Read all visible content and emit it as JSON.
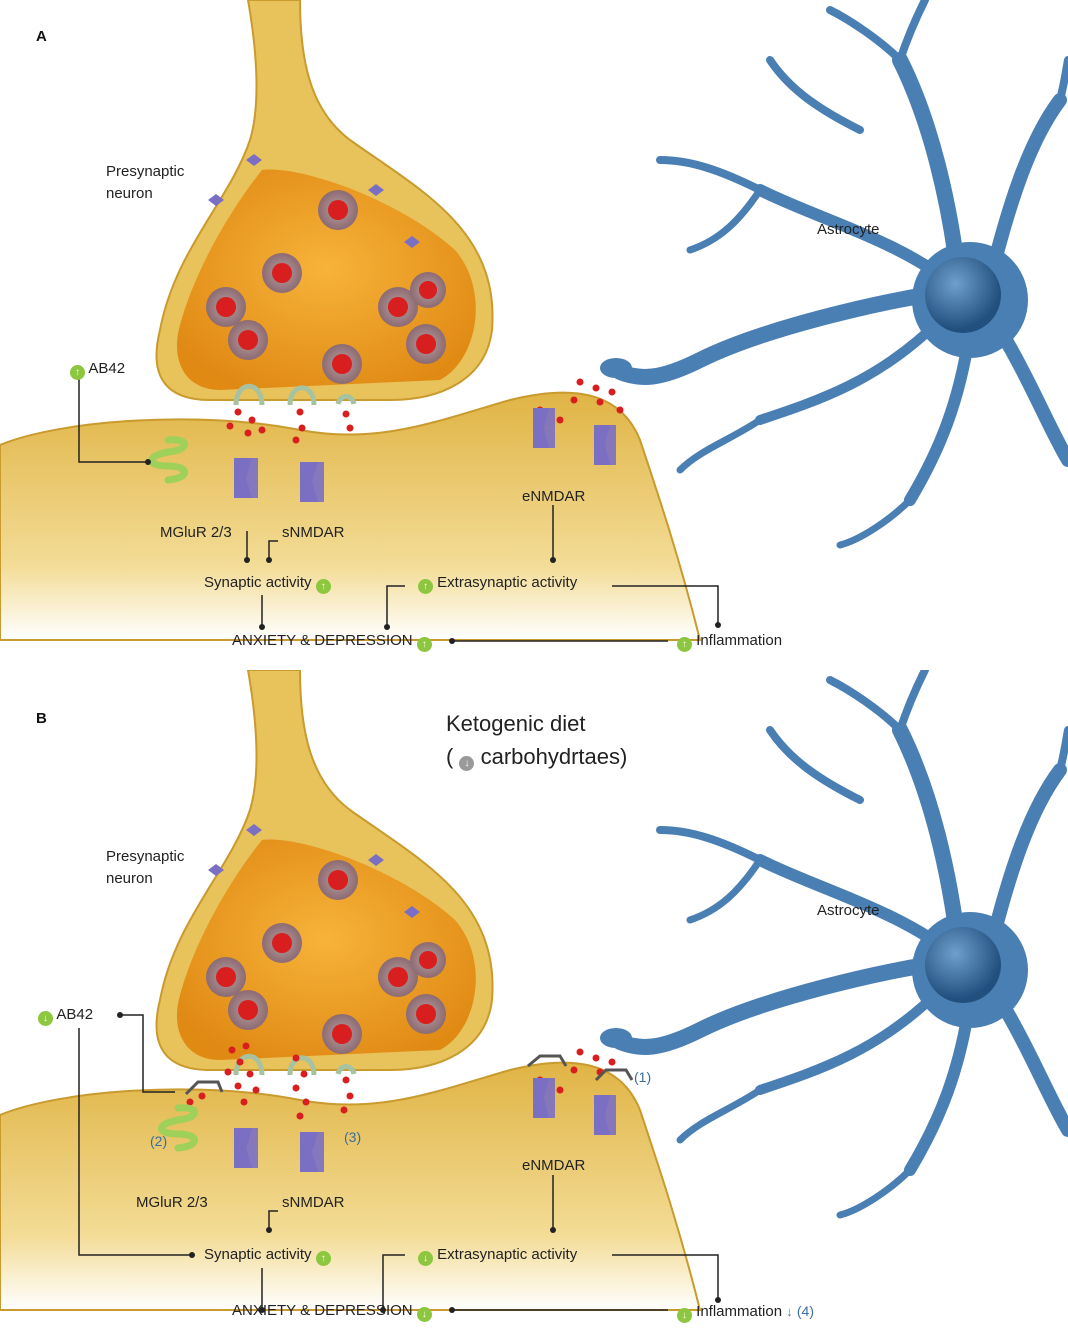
{
  "panels": {
    "a": {
      "letter": "A",
      "presynaptic": [
        "Presynaptic",
        "neuron"
      ],
      "astrocyte": "Astrocyte",
      "ab42": "AB42",
      "mglur": "MGluR 2/3",
      "snmdar": "sNMDAR",
      "enmdar": "eNMDAR",
      "synaptic": "Synaptic activity",
      "extrasynaptic": "Extrasynaptic activity",
      "anxiety": "ANXIETY & DEPRESSION",
      "inflammation": "Inflammation",
      "arrows": {
        "ab42": "up",
        "synaptic": "up",
        "extrasynaptic": "up",
        "anxiety": "up",
        "inflammation": "up"
      }
    },
    "b": {
      "letter": "B",
      "diet_title": "Ketogenic diet",
      "diet_sub_open": "(",
      "diet_sub": "carbohydrtaes)",
      "presynaptic": [
        "Presynaptic",
        "neuron"
      ],
      "astrocyte": "Astrocyte",
      "ab42": "AB42",
      "mglur": "MGluR 2/3",
      "snmdar": "sNMDAR",
      "enmdar": "eNMDAR",
      "synaptic": "Synaptic activity",
      "extrasynaptic": "Extrasynaptic activity",
      "anxiety": "ANXIETY & DEPRESSION",
      "inflammation": "Inflammation",
      "markers": [
        "(1)",
        "(2)",
        "(3)",
        "(4)"
      ],
      "arrows": {
        "diet": "down",
        "ab42": "down",
        "synaptic": "up",
        "extrasynaptic": "down",
        "anxiety": "down",
        "inflammation": "down"
      }
    }
  },
  "colors": {
    "neuron_fill": "#f2a52a",
    "neuron_membrane": "#e6c260",
    "astrocyte": "#4a7fb3",
    "vesicle": "#d81e1e",
    "receptor": "#7b6fc4",
    "mglur": "#9ed05a",
    "arrow_green": "#8dc63f",
    "arrow_grey": "#9a9a9a"
  }
}
